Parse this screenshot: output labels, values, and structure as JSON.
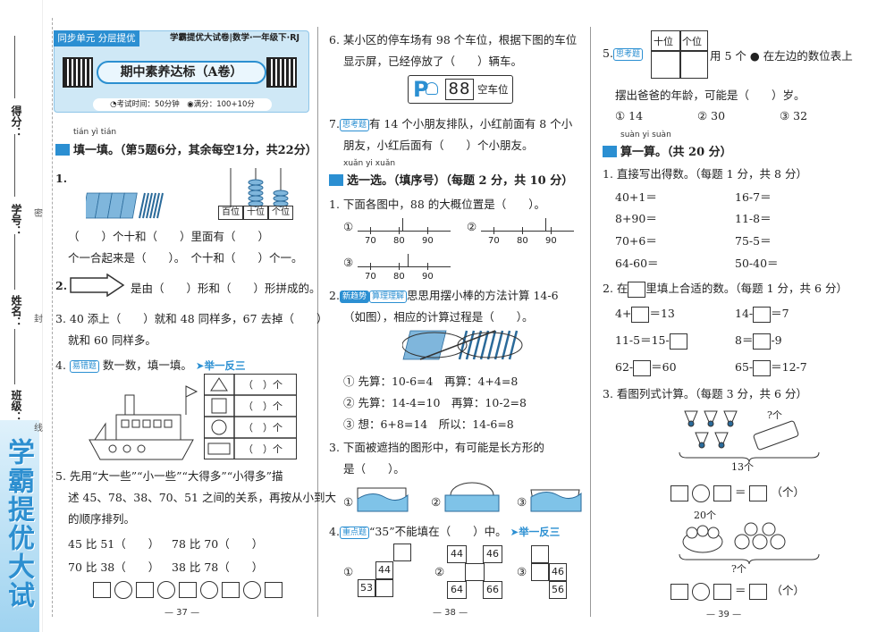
{
  "sidebar": {
    "brand": "学霸提优大试卷",
    "labels": [
      "得分：",
      "学号：",
      "姓名：",
      "班级："
    ],
    "seal": [
      "密",
      "封",
      "线"
    ]
  },
  "header": {
    "tag": "同步单元 分层提优",
    "meta": "学霸提优大试卷|数学·一年级下·RJ",
    "title": "期中素养达标（A卷）",
    "info": "◔考试时间：50分钟　◉满分：100+10分"
  },
  "page1": {
    "section1": {
      "pinyin": "tián yì tián",
      "title": "填一填。（第5题6分，其余每空1分，共22分）"
    },
    "q1_label": "1.",
    "abacus_labels": [
      "百位",
      "十位",
      "个位"
    ],
    "q1_line1": "（　　）个十和（　　）个一合起来是（　　）。",
    "q1_line1a": "（　　）个十和（　　）里面有（　　）",
    "q1_line1b": "个一合起来是（　　）。　个十和（　　）个一。",
    "q2": "2.",
    "q2_text": "是由（　　）形和（　　）形拼成的。",
    "q3_line1": "3. 40 添上（　　）就和 48 同样多，67 去掉（　　）",
    "q3_line2": "就和 60 同样多。",
    "q4_num": "4.",
    "q4_tag": "易错题",
    "q4_text": "数一数，填一填。",
    "q4_link": "➤举一反三",
    "q4_table": [
      "（　）个",
      "（　）个",
      "（　）个",
      "（　）个"
    ],
    "q5_line1": "5. 先用“大一些”“小一些”“大得多”“小得多”描",
    "q5_line2": "述 45、78、38、70、51 之间的关系，再按从小到大",
    "q5_line3": "的顺序排列。",
    "q5_cmp": [
      "45 比 51（　　）",
      "78 比 70（　　）",
      "70 比 38（　　）",
      "38 比 78（　　）"
    ],
    "page_no": "— 37 —"
  },
  "page2": {
    "q6_line1": "6. 某小区的停车场有 98 个车位，根据下图的车位",
    "q6_line2": "显示屏，已经停放了（　　）辆车。",
    "parking_p": "P",
    "parking_num": "88",
    "parking_text": "空车位",
    "q7_num": "7.",
    "q7_tag": "思考题",
    "q7_line1": "有 14 个小朋友排队，小红前面有 8 个小",
    "q7_line2": "朋友，小红后面有（　　）个小朋友。",
    "section2": {
      "pinyin": "xuǎn yi xuǎn",
      "title": "选一选。（填序号）（每题 2 分，共 10 分）"
    },
    "q1": "1. 下面各图中，88 的大概位置是（　　）。",
    "nl_opts": [
      "①",
      "②",
      "③"
    ],
    "nl_ticks": [
      "70",
      "80",
      "90"
    ],
    "q2_tags": [
      "新趋势",
      "算理理解"
    ],
    "q2_num": "2.",
    "q2_line1": "思思用摆小棒的方法计算 14-6",
    "q2_line2": "（如图），相应的计算过程是（　　）。",
    "q2_opts": [
      "① 先算：10-6=4　再算：4+4=8",
      "② 先算：14-4=10　再算：10-2=8",
      "③ 想：6+8=14　所以：14-6=8"
    ],
    "q3_line1": "3. 下面被遮挡的图形中，有可能是长方形的",
    "q3_line2": "是（　　）。",
    "q3_opts": [
      "①",
      "②",
      "③"
    ],
    "q4_num": "4.",
    "q4_tag": "重点题",
    "q4_text": "“35”不能填在（　　）中。",
    "q4_link": "➤举一反三",
    "q4_grids": [
      {
        "label": "①",
        "nums": [
          "44",
          "53"
        ]
      },
      {
        "label": "②",
        "nums": [
          "44",
          "46",
          "64",
          "66"
        ]
      },
      {
        "label": "③",
        "nums": [
          "46",
          "56"
        ]
      }
    ],
    "page_no": "— 38 —"
  },
  "page3": {
    "q5_num": "5.",
    "q5_tag": "思考题",
    "q5_place": [
      "十位",
      "个位"
    ],
    "q5_line1": "用 5 个 ● 在左边的数位表上",
    "q5_line2": "摆出爸爸的年龄，可能是（　　）岁。",
    "q5_opts": [
      "① 14",
      "② 30",
      "③ 32"
    ],
    "section3": {
      "pinyin": "suàn yi suàn",
      "title": "算一算。（共 20 分）"
    },
    "q1": "1. 直接写出得数。（每题 1 分，共 8 分）",
    "calc": [
      [
        "40+1＝",
        "16-7＝"
      ],
      [
        "8+90＝",
        "11-8＝"
      ],
      [
        "70+6＝",
        "75-5＝"
      ],
      [
        "64-60＝",
        "50-40＝"
      ]
    ],
    "q2_pre": "2. 在",
    "q2_post": "里填上合适的数。（每题 1 分，共 6 分）",
    "fill": [
      [
        "4+",
        "＝13",
        "14-",
        "＝7"
      ],
      [
        "11-5＝15-",
        "",
        "8＝",
        "-9"
      ],
      [
        "62-",
        "＝60",
        "65-",
        "＝12-7"
      ]
    ],
    "q3": "3. 看图列式计算。（每题 3 分，共 6 分）",
    "pic1_q": "?个",
    "pic1_total": "13个",
    "pic2_top": "20个",
    "pic2_q": "?个",
    "unit": "（个）",
    "eq": "＝",
    "page_no": "— 39 —"
  }
}
